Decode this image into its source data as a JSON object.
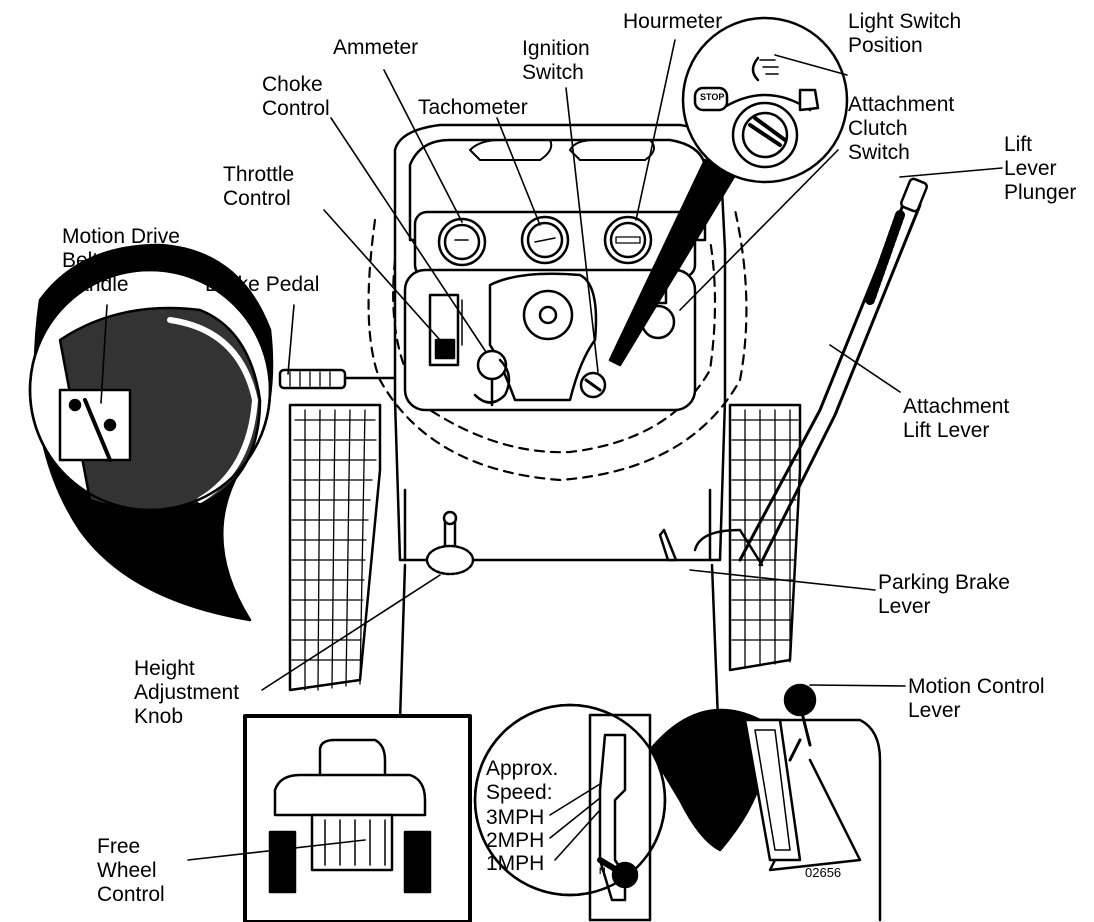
{
  "labels": {
    "ammeter": "Ammeter",
    "hourmeter": "Hourmeter",
    "ignition_switch": [
      "Ignition",
      "Switch"
    ],
    "light_switch_position": [
      "Light Switch",
      "Position"
    ],
    "choke_control": [
      "Choke",
      "Control"
    ],
    "tachometer": "Tachometer",
    "attachment_clutch_switch": [
      "Attachment",
      "Clutch",
      "Switch"
    ],
    "throttle_control": [
      "Throttle",
      "Control"
    ],
    "lift_lever_plunger": [
      "Lift",
      "Lever",
      "Plunger"
    ],
    "motion_drive_belt_tension_handle": [
      "Motion Drive",
      "Belt Tension",
      "Handle"
    ],
    "brake_pedal": "Brake Pedal",
    "attachment_lift_lever": [
      "Attachment",
      "Lift Lever"
    ],
    "parking_brake_lever": [
      "Parking Brake",
      "Lever"
    ],
    "motion_control_lever": [
      "Motion Control",
      "Lever"
    ],
    "height_adjustment_knob": [
      "Height",
      "Adjustment",
      "Knob"
    ],
    "free_wheel_control": [
      "Free",
      "Wheel",
      "Control"
    ],
    "approx_speed": [
      "Approx.",
      "Speed:"
    ],
    "speeds": [
      "3MPH",
      "2MPH",
      "1MPH"
    ]
  },
  "inset_text": {
    "stop": "STOP",
    "neutral": "N"
  },
  "figure_number": "02656"
}
